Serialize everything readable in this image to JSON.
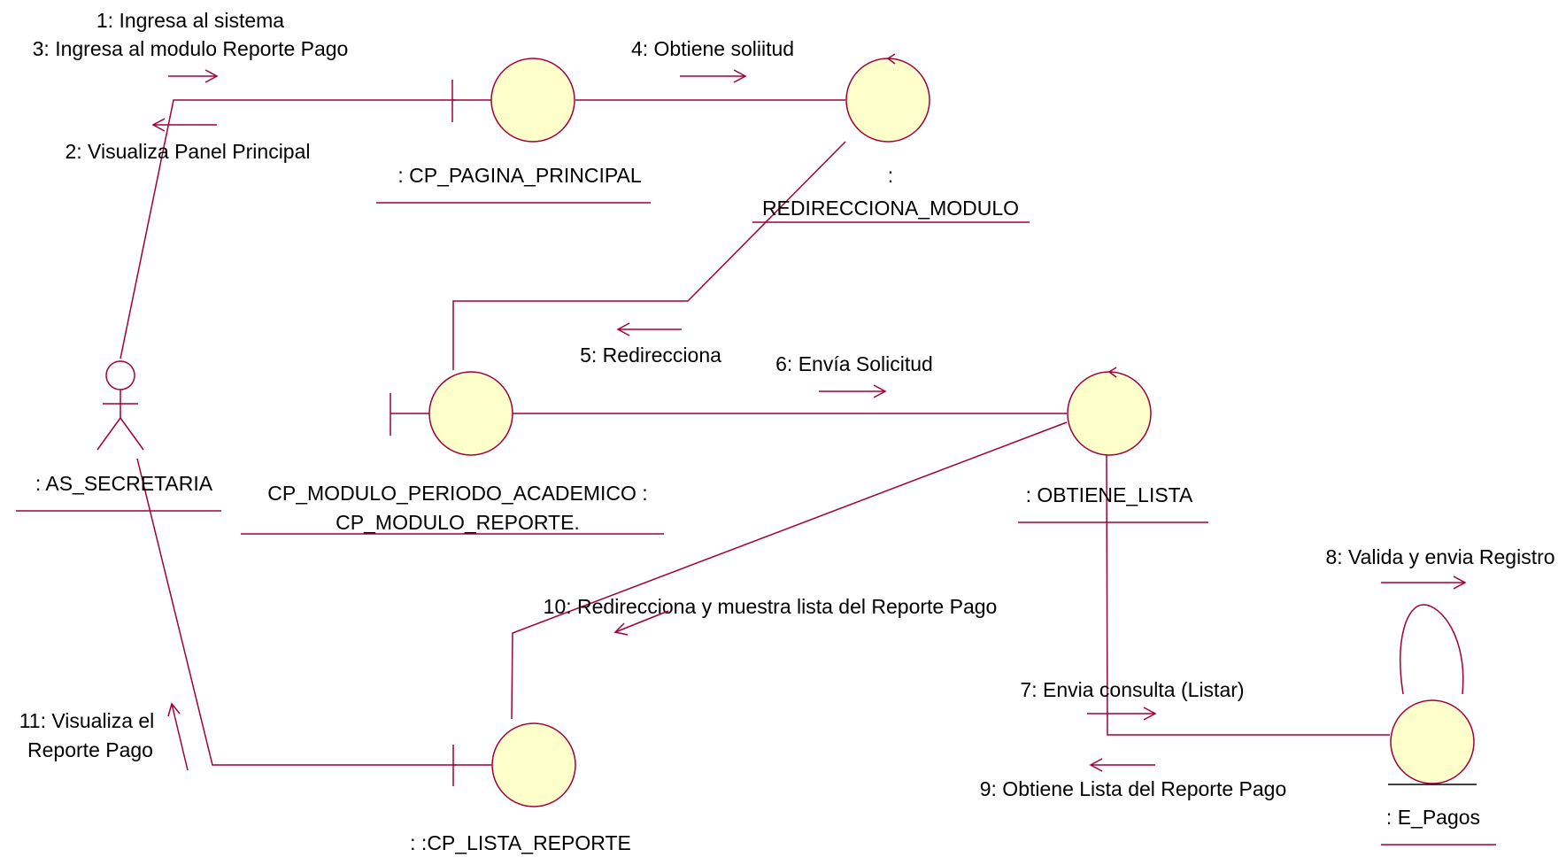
{
  "diagram": {
    "objects": {
      "secretaria": {
        "label": ": AS_SECRETARIA",
        "kind": "actor"
      },
      "pagina_principal": {
        "label": ": CP_PAGINA_PRINCIPAL",
        "kind": "boundary"
      },
      "redirecciona_modulo": {
        "label_line1": ":",
        "label_line2": "REDIRECCIONA_MODULO",
        "kind": "control"
      },
      "modulo_reporte": {
        "label_line1": "CP_MODULO_PERIODO_ACADEMICO :",
        "label_line2": "CP_MODULO_REPORTE.",
        "kind": "boundary"
      },
      "obtiene_lista": {
        "label": ": OBTIENE_LISTA",
        "kind": "control"
      },
      "lista_reporte": {
        "label": ": :CP_LISTA_REPORTE",
        "kind": "boundary"
      },
      "e_pagos": {
        "label": ": E_Pagos",
        "kind": "entity"
      }
    },
    "messages": {
      "m1": "1: Ingresa al sistema",
      "m3": "3: Ingresa al modulo Reporte Pago",
      "m2": "2: Visualiza Panel Principal",
      "m4": "4: Obtiene soliitud",
      "m5": "5: Redirecciona",
      "m6": "6: Envía Solicitud",
      "m10": "10: Redirecciona y muestra lista del Reporte Pago",
      "m8": "8: Valida y envia Registro",
      "m7": "7: Envia consulta (Listar)",
      "m9": "9: Obtiene Lista del Reporte Pago",
      "m11_line1": "11: Visualiza el",
      "m11_line2": "Reporte Pago"
    },
    "colors": {
      "line": "#a0003c",
      "object_fill": "#ffffcc"
    }
  }
}
